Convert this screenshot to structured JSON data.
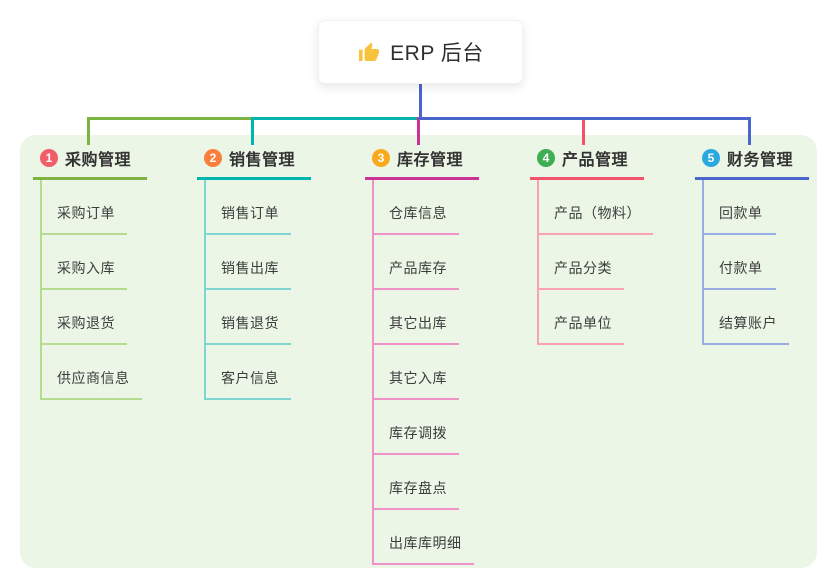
{
  "root": {
    "label": "ERP 后台",
    "icon": "thumbs-up-icon",
    "icon_color": "#F8C33C",
    "stem_color": "#4A66CC"
  },
  "branches": [
    {
      "index": "1",
      "title": "采购管理",
      "badge_color": "#F35D68",
      "line_color": "#7CB342",
      "item_line_color": "#B5DB8E",
      "items": [
        "采购订单",
        "采购入库",
        "采购退货",
        "供应商信息"
      ]
    },
    {
      "index": "2",
      "title": "销售管理",
      "badge_color": "#FB7E3D",
      "line_color": "#00B5AD",
      "item_line_color": "#7FD6D0",
      "items": [
        "销售订单",
        "销售出库",
        "销售退货",
        "客户信息"
      ]
    },
    {
      "index": "3",
      "title": "库存管理",
      "badge_color": "#FAA91E",
      "line_color": "#CC3399",
      "item_line_color": "#EE92C7",
      "items": [
        "仓库信息",
        "产品库存",
        "其它出库",
        "其它入库",
        "库存调拨",
        "库存盘点",
        "出库库明细"
      ]
    },
    {
      "index": "4",
      "title": "产品管理",
      "badge_color": "#3FAE53",
      "line_color": "#F4516C",
      "item_line_color": "#F9A3B1",
      "items": [
        "产品（物料）",
        "产品分类",
        "产品单位"
      ]
    },
    {
      "index": "5",
      "title": "财务管理",
      "badge_color": "#2AA9E0",
      "line_color": "#4A66CC",
      "item_line_color": "#9AACE4",
      "items": [
        "回款单",
        "付款单",
        "结算账户"
      ]
    }
  ],
  "panel_color": "#EBF6E6"
}
